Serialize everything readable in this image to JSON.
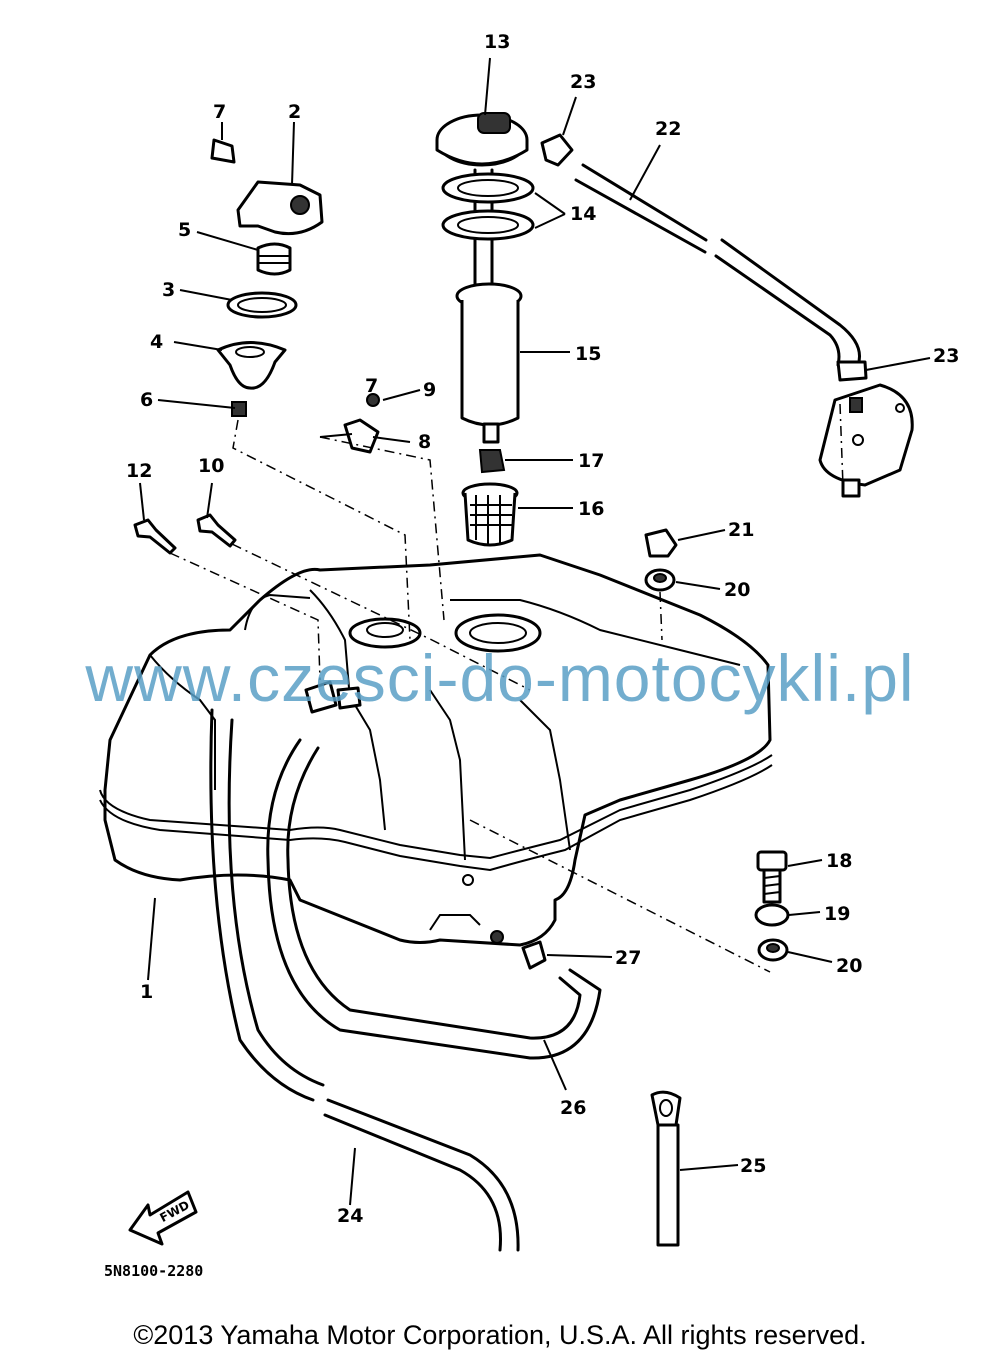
{
  "watermark": "www.czesci-do-motocykli.pl",
  "diagram_code": "5N8100-2280",
  "copyright": "©2013 Yamaha Motor Corporation, U.S.A. All rights reserved.",
  "fwd_label": "FWD",
  "parts": {
    "p1": "1",
    "p2": "2",
    "p3": "3",
    "p4": "4",
    "p5": "5",
    "p6": "6",
    "p7a": "7",
    "p7b": "7",
    "p8": "8",
    "p9": "9",
    "p10": "10",
    "p12": "12",
    "p13": "13",
    "p14": "14",
    "p15": "15",
    "p16": "16",
    "p17": "17",
    "p18": "18",
    "p19": "19",
    "p20a": "20",
    "p20b": "20",
    "p21": "21",
    "p22": "22",
    "p23a": "23",
    "p23b": "23",
    "p24": "24",
    "p25": "25",
    "p26": "26",
    "p27": "27"
  }
}
